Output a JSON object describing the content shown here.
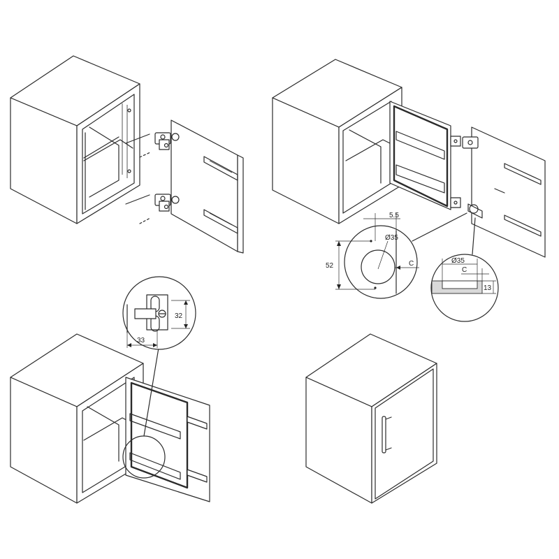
{
  "dimensions": {
    "offset_5_5": "5.5",
    "cup_diameter_1": "Ø35",
    "height_52": "52",
    "edge_c_1": "C",
    "cup_diameter_2": "Ø35",
    "edge_c_2": "C",
    "depth_13": "13",
    "plate_height_32": "32",
    "plate_width_33": "33"
  }
}
